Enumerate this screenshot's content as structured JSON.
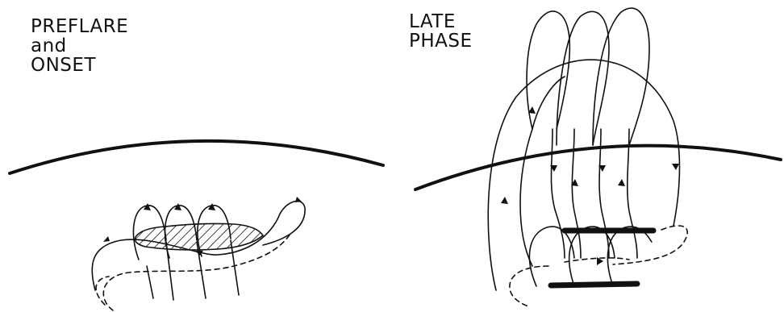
{
  "panels": [
    {
      "id": "left",
      "label": "PREFLARE\nand\nONSET"
    },
    {
      "id": "right",
      "label": "LATE\nPHASE"
    }
  ]
}
